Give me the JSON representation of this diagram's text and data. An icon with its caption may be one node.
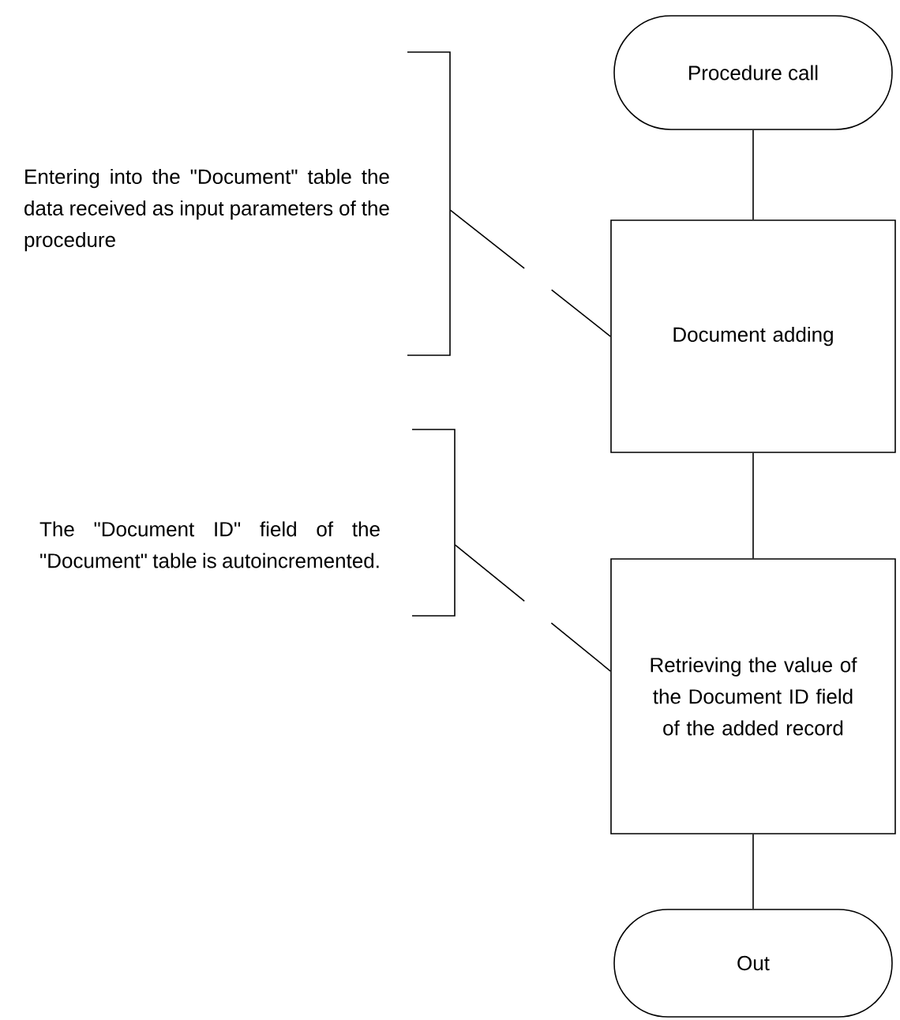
{
  "diagram": {
    "nodes": [
      {
        "text": [
          "Procedure call"
        ]
      },
      {
        "text": [
          "Document adding"
        ]
      },
      {
        "text": [
          "Retrieving the value of the Document ID field of the added record"
        ]
      },
      {
        "text": [
          "Out"
        ]
      },
      {
        "text": [
          "Entering into the \"Document\" table the data received as input parameters of the procedure"
        ]
      },
      {
        "text": [
          "The \"Document ID\" field of the \"Document\" table is autoincremented."
        ]
      }
    ],
    "edges": [
      {
        "from": 0,
        "to": 1,
        "arrow": "none"
      },
      {
        "from": 1,
        "to": 2,
        "arrow": "none"
      },
      {
        "from": 2,
        "to": 3,
        "arrow": "none"
      },
      {
        "from": 4,
        "to": 1,
        "arrow": "none",
        "style": "dashed"
      },
      {
        "from": 5,
        "to": 2,
        "arrow": "none",
        "style": "dashed"
      }
    ]
  }
}
